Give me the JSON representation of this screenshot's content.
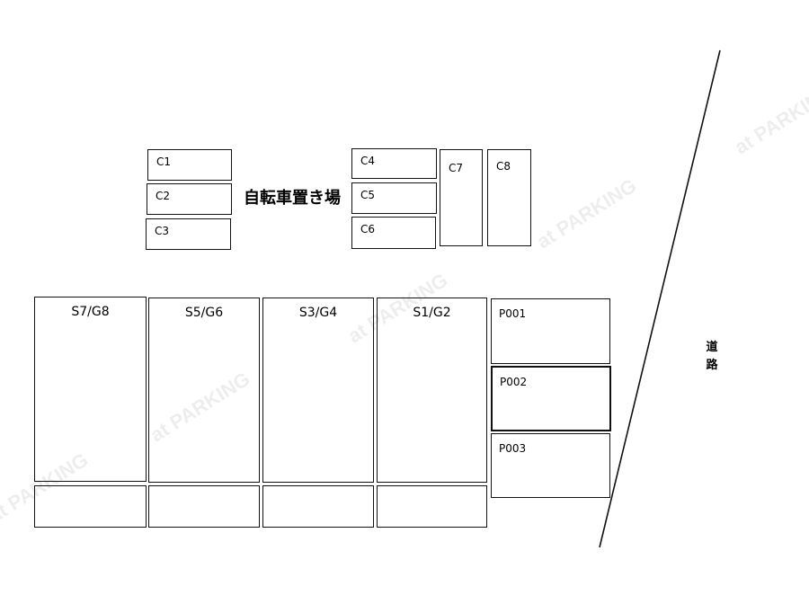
{
  "title": "自転車置き場",
  "road_label": "道路",
  "watermark": "at PARKING",
  "bicycle_spaces": [
    "C1",
    "C2",
    "C3",
    "C4",
    "C5",
    "C6",
    "C7",
    "C8"
  ],
  "car_spaces": [
    "S7/G8",
    "S5/G6",
    "S3/G4",
    "S1/G2"
  ],
  "parking_spaces": [
    "P001",
    "P002",
    "P003"
  ]
}
